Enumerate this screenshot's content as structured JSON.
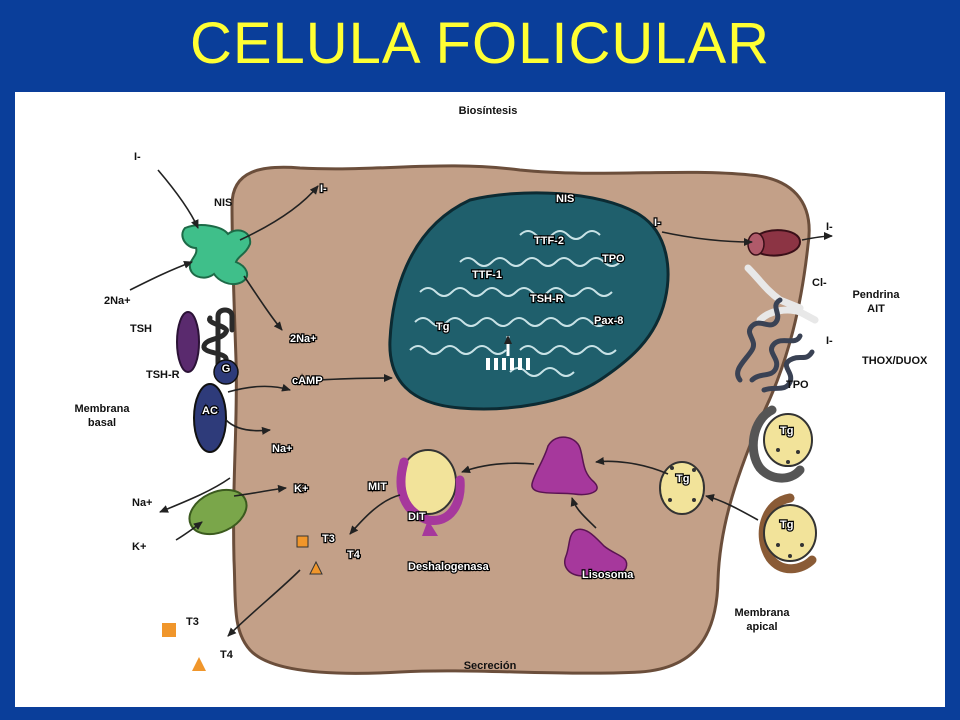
{
  "title": "CELULA FOLICULAR",
  "labels": {
    "biosintesis": "Biosíntesis",
    "secrecion": "Secreción",
    "i_top": "I-",
    "nis_left": "NIS",
    "two_na_left": "2Na+",
    "tsh": "TSH",
    "tsh_r": "TSH-R",
    "membrana_basal_1": "Membrana",
    "membrana_basal_2": "basal",
    "na_out": "Na+",
    "k_out": "K+",
    "t3_out": "T3",
    "t4_out": "T4",
    "i_in_cell": "I-",
    "two_na_in": "2Na+",
    "g": "G",
    "ac": "AC",
    "camp": "cAMP",
    "na_in": "Na+",
    "k_in": "K+",
    "mit": "MIT",
    "dit": "DIT",
    "t3_in": "T3",
    "t4_in": "T4",
    "deshalogenasa": "Deshalogenasa",
    "lisosoma": "Lisosoma",
    "nis_nucleus": "NIS",
    "ttf2": "TTF-2",
    "tpo_nucleus": "TPO",
    "ttf1": "TTF-1",
    "tsh_r_nucleus": "TSH-R",
    "pax8": "Pax-8",
    "tg_nucleus": "Tg",
    "i_apical_in": "I-",
    "i_apical_out": "I-",
    "cl": "Cl-",
    "pendrina": "Pendrina",
    "ait": "AIT",
    "i_thox": "I-",
    "thox_duox": "THOX/DUOX",
    "tpo_membrane": "TPO",
    "tg_top": "Tg",
    "tg_vesicle": "Tg",
    "tg_bottom": "Tg",
    "membrana_apical_1": "Membrana",
    "membrana_apical_2": "apical"
  },
  "colors": {
    "background": "#0a3e9a",
    "title": "#ffff33",
    "cell": "#c3a088",
    "nucleus": "#1f5f6c",
    "nis": "#3fbf8a",
    "tsh": "#5a2a6e",
    "g_ac": "#2e3b7a",
    "pump": "#7aa64a",
    "lysosome": "#a6389c",
    "vesicle": "#f2e39a",
    "pendrina": "#8c3444",
    "t3": "#f0962b"
  }
}
